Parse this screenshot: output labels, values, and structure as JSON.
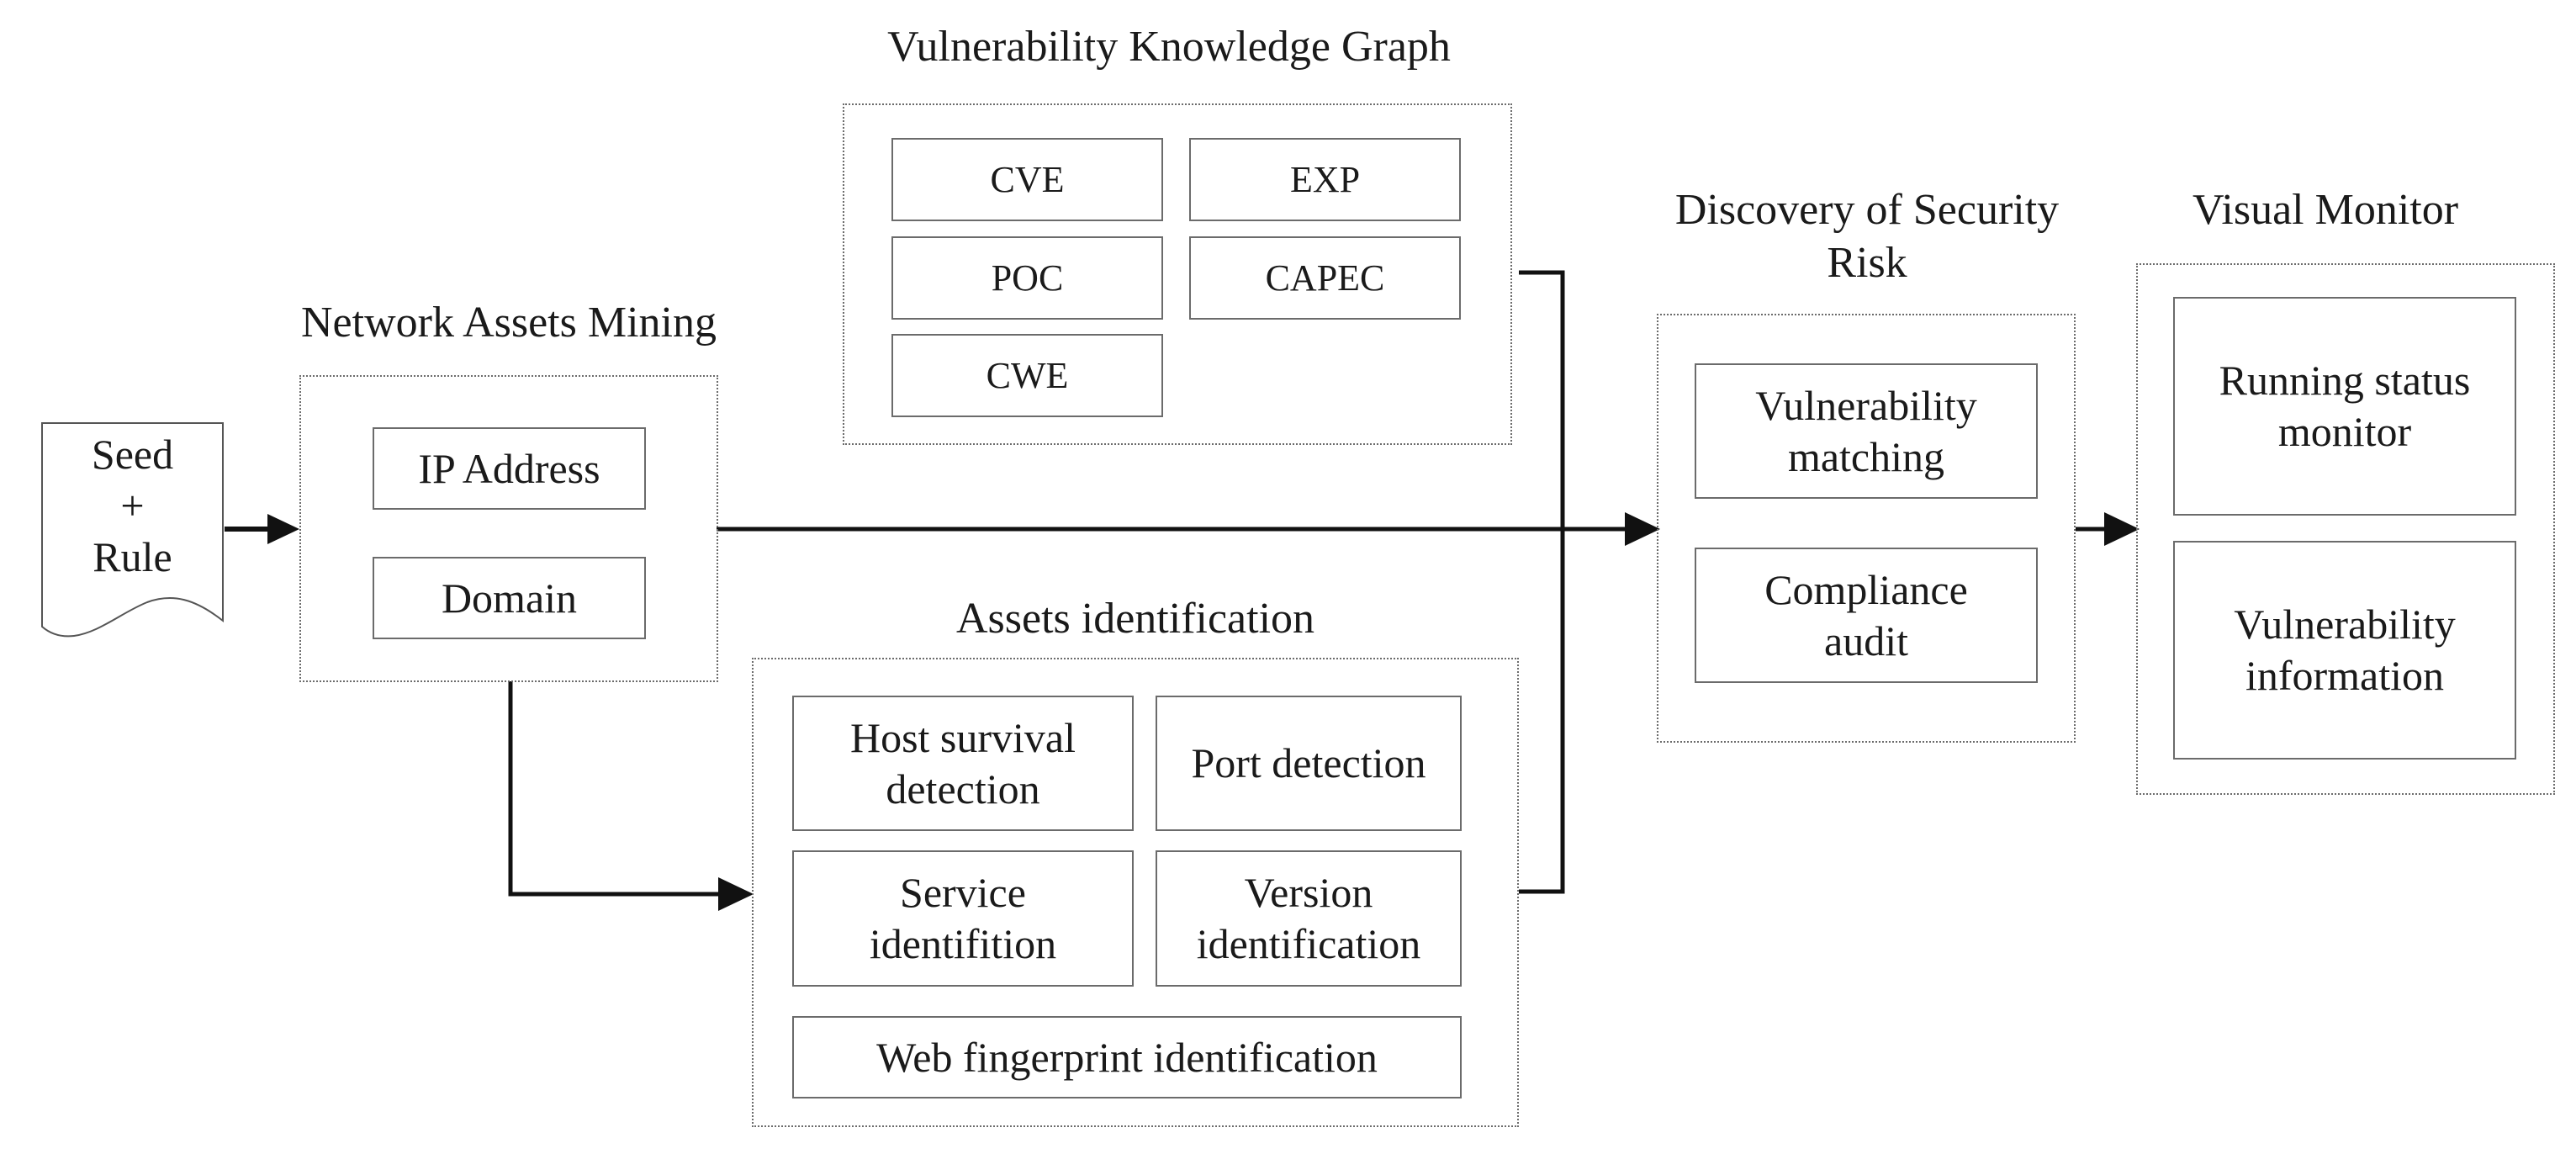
{
  "diagram": {
    "input_document": {
      "text": "Seed\n+\nRule"
    },
    "network_assets_mining": {
      "title": "Network Assets Mining",
      "items": [
        "IP Address",
        "Domain"
      ]
    },
    "vulnerability_knowledge_graph": {
      "title": "Vulnerability Knowledge Graph",
      "items": [
        "CVE",
        "EXP",
        "POC",
        "CAPEC",
        "CWE"
      ]
    },
    "assets_identification": {
      "title": "Assets identification",
      "items": [
        "Host survival\ndetection",
        "Port detection",
        "Service\nidentifition",
        "Version\nidentification",
        "Web fingerprint identification"
      ]
    },
    "discovery_of_security_risk": {
      "title": "Discovery of Security\nRisk",
      "items": [
        "Vulnerability\nmatching",
        "Compliance\naudit"
      ]
    },
    "visual_monitor": {
      "title": "Visual Monitor",
      "items": [
        "Running status\nmonitor",
        "Vulnerability\ninformation"
      ]
    }
  }
}
